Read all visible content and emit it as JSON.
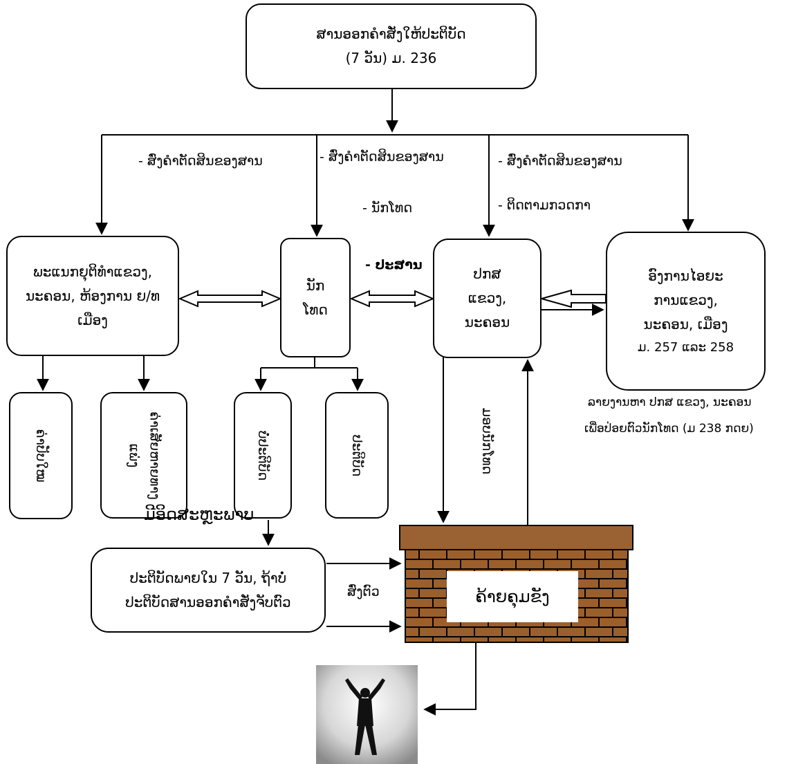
{
  "nodes": {
    "court_order": [
      "ສານອອກຄຳສັ່ງໃຫ້ປະຕິບັດ",
      "(7 ວັນ) ມ. 236"
    ],
    "justice_dept": [
      "ພະແນກຍຸຕິທຳແຂວງ,",
      "ນະຄອນ, ຫ້ອງການ ຍ/ທ",
      "ເມືອງ"
    ],
    "prisoner": [
      "ນັກ",
      "ໂທດ"
    ],
    "police": [
      "ປກສ",
      "ແຂວງ,",
      "ນະຄອນ"
    ],
    "admin": [
      "ອົງການໄອຍະ",
      "ການແຂວງ,",
      "ນະຄອນ, ເມືອງ",
      "ມ. 257 ແລະ 258"
    ],
    "fine": [
      "ຄ່າປັບໃໝ"
    ],
    "damages": [
      "ຄ່າເສັຍຫາຍທາງ",
      "ແພ່ງ"
    ],
    "not_execute": [
      "ບໍ່ປະຕິບັດ"
    ],
    "execute": [
      "ປະຕິບັດ"
    ],
    "within_7days": [
      "ປະຕິບັດພາຍໃນ 7 ວັນ, ຖ້າບໍ່",
      "ປະຕິບັດສານອອກຄຳສັ່ງຈັບຕົວ"
    ],
    "prison": "ຄ້າຍຄຸມຂັງ"
  },
  "labels": {
    "edge_justice": "-   ສົ່ງຄຳຕັດສິນຂອງສານ",
    "edge_prisoner_1": "-  ສົ່ງຄຳຕັດສິນຂອງສານ",
    "edge_prisoner_2": "-  ນັກໂທດ",
    "edge_police_1": "-  ສົ່ງຄຳຕັດສິນຂອງສານ",
    "edge_police_2": "-  ຕິດຕາມກວດກາ",
    "coordinate": "- ປະສານ",
    "report": [
      "ລາຍງານຫາ ປກສ ແຂວງ, ນະຄອນ",
      "ເພື່ອປ່ອຍຕົວນັກໂທດ (ມ  238 ກດຍ)"
    ],
    "handover": "ມອບນັກໂທດ",
    "send_person": "ສົ່ງຕົວ",
    "freedom": "ມີອິດສະຫຼະພາບ"
  },
  "colors": {
    "brick": "#8b5a2b",
    "roof": "#9a6233",
    "mortar": "#000000",
    "line": "#000000"
  }
}
